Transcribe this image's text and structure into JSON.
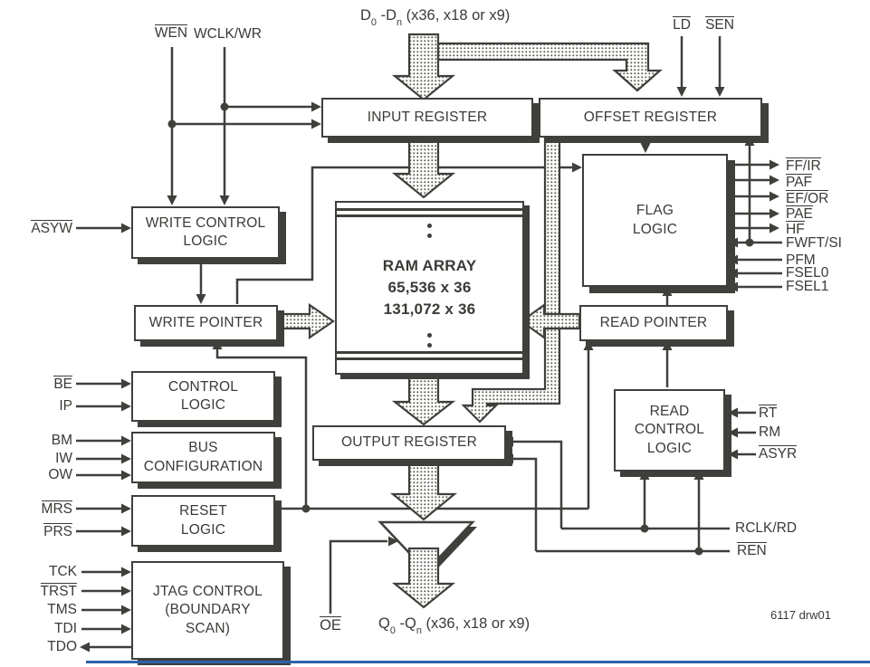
{
  "colors": {
    "line": "#3f3f3b",
    "text": "#3a3a36",
    "bottom_rule_blue": "#2f63a8"
  },
  "bus_labels": {
    "data": {
      "base1": "D",
      "sub1": "0",
      "base2": " -D",
      "sub2": "n",
      "rest": " (x36, x18 or x9)"
    },
    "q": {
      "base1": "Q",
      "sub1": "0",
      "base2": " -Q",
      "sub2": "n",
      "rest": " (x36, x18 or x9)"
    }
  },
  "signals": {
    "wen": "WEN",
    "wclk_wr": "WCLK/WR",
    "ld": "LD",
    "sen": "SEN",
    "asyw": "ASYW",
    "ff_ir": "FF/IR",
    "paf": "PAF",
    "ef_or": "EF/OR",
    "pae": "PAE",
    "hf": "HF",
    "fwft_si": "FWFT/SI",
    "pfm": "PFM",
    "fsel0": "FSEL0",
    "fsel1": "FSEL1",
    "be": "BE",
    "ip": "IP",
    "bm": "BM",
    "iw": "IW",
    "ow": "OW",
    "mrs": "MRS",
    "prs": "PRS",
    "tck": "TCK",
    "trst": "TRST",
    "tms": "TMS",
    "tdi": "TDI",
    "tdo": "TDO",
    "rt": "RT",
    "rm": "RM",
    "asyr": "ASYR",
    "rclk_rd": "RCLK/RD",
    "ren": "REN",
    "oe": "OE"
  },
  "blocks": {
    "input_register": "INPUT REGISTER",
    "offset_register": "OFFSET REGISTER",
    "write_control_logic": [
      "WRITE CONTROL",
      "LOGIC"
    ],
    "write_pointer": "WRITE POINTER",
    "ram_array": [
      "RAM ARRAY",
      "65,536 x 36",
      "131,072 x 36"
    ],
    "flag_logic": [
      "FLAG",
      "LOGIC"
    ],
    "read_pointer": "READ POINTER",
    "read_control_logic": [
      "READ",
      "CONTROL",
      "LOGIC"
    ],
    "output_register": "OUTPUT REGISTER",
    "control_logic": [
      "CONTROL",
      "LOGIC"
    ],
    "bus_configuration": [
      "BUS",
      "CONFIGURATION"
    ],
    "reset_logic": [
      "RESET",
      "LOGIC"
    ],
    "jtag_control": [
      "JTAG CONTROL",
      "(BOUNDARY",
      "SCAN)"
    ]
  },
  "footer": {
    "drawing_ref": "6117 drw01"
  }
}
